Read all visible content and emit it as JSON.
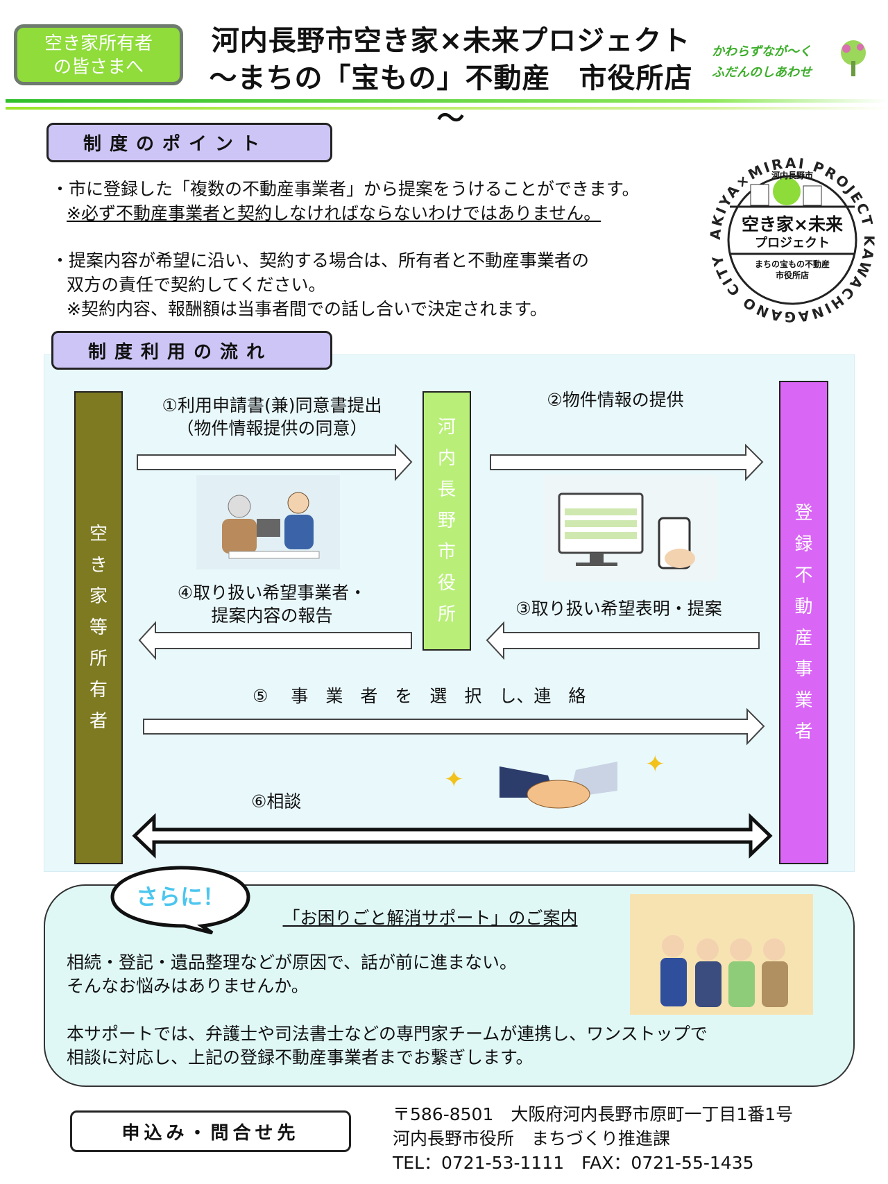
{
  "header": {
    "badge": [
      "空き家所有者",
      "の皆さまへ"
    ],
    "title_line1": "河内長野市空き家×未来プロジェクト",
    "title_line2": "～まちの「宝もの」不動産　市役所店～",
    "slogan": [
      "かわらずなが～く",
      "ふだんのしあわせ"
    ],
    "accent_color": "#8fdc3a"
  },
  "points": {
    "heading": "制度のポイント",
    "bullet1": "・市に登録した「複数の不動産事業者」から提案をうけることができます。",
    "note1": "※必ず不動産事業者と契約しなければならないわけではありません。",
    "bullet2a": "・提案内容が希望に沿い、契約する場合は、所有者と不動産事業者の",
    "bullet2b": "双方の責任で契約してください。",
    "note2": "※契約内容、報酬額は当事者間での話し合いで決定されます。"
  },
  "stamp": {
    "ring_text": "AKIYA×MIRAI PROJECT KAWACHINAGANO CITY",
    "top": "河内長野市",
    "main": "空き家×未来",
    "sub": "プロジェクト",
    "bottom1": "まちの宝もの不動産",
    "bottom2": "市役所店"
  },
  "flow": {
    "heading": "制度利用の流れ",
    "owner": [
      "空",
      "き",
      "家",
      "等",
      "所",
      "有",
      "者"
    ],
    "city": [
      "河",
      "内",
      "長",
      "野",
      "市",
      "役",
      "所"
    ],
    "agent": [
      "登",
      "録",
      "不",
      "動",
      "産",
      "事",
      "業",
      "者"
    ],
    "step1a": "①利用申請書(兼)同意書提出",
    "step1b": "（物件情報提供の同意）",
    "step2": "②物件情報の提供",
    "step3": "③取り扱い希望表明・提案",
    "step4a": "④取り扱い希望事業者・",
    "step4b": "提案内容の報告",
    "step5": "⑤　 事　業　者　を　選　択　し、連　絡",
    "step6": "⑥相談",
    "colors": {
      "owner": "#7d7a22",
      "city": "#b9ef78",
      "agent": "#d966f5"
    }
  },
  "support": {
    "bubble": "さらに！",
    "title": "「お困りごと解消サポート」のご案内",
    "line1": "相続・登記・遺品整理などが原因で、話が前に進まない。",
    "line2": "そんなお悩みはありませんか。",
    "line3": "本サポートでは、弁護士や司法書士などの専門家チームが連携し、ワンストップで",
    "line4": "相談に対応し、上記の登録不動産事業者までお繋ぎします。"
  },
  "contact": {
    "label": "申込み・問合せ先",
    "address": "〒586-8501　大阪府河内長野市原町一丁目1番1号",
    "office": "河内長野市役所　まちづくり推進課",
    "phone": "TEL：0721-53-1111　FAX：0721-55-1435"
  }
}
